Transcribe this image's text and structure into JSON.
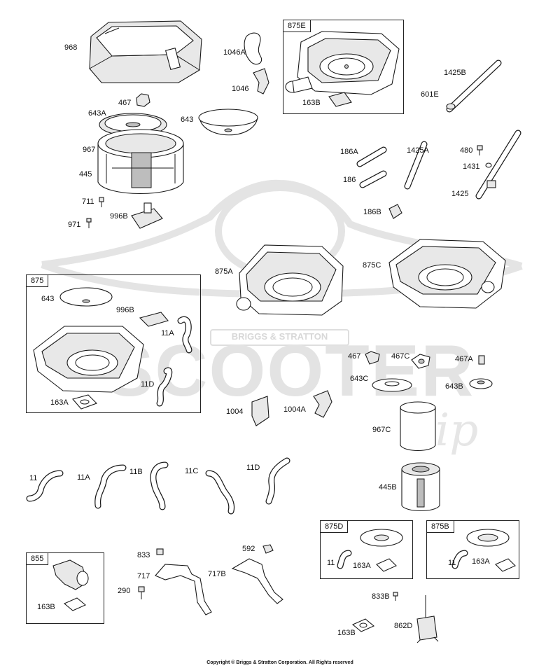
{
  "brand": {
    "watermark_brand": "BRIGGS & STRATTON",
    "watermark_big": "SCOOTER",
    "watermark_zip": "zip"
  },
  "footer": {
    "copyright": "Copyright © Briggs & Stratton Corporation. All Rights reserved"
  },
  "boxes": {
    "b875e": "875E",
    "b875": "875",
    "b875d": "875D",
    "b875b": "875B",
    "b855": "855"
  },
  "labels": {
    "l968": "968",
    "l1046a": "1046A",
    "l1046": "1046",
    "l467a": "467",
    "l643a": "643A",
    "l643a2": "643",
    "l967": "967",
    "l445": "445",
    "l711": "711",
    "l971": "971",
    "l996b": "996B",
    "l875e_163b": "163B",
    "l1425b": "1425B",
    "l601e": "601E",
    "l186a": "186A",
    "l186": "186",
    "l1425a": "1425A",
    "l480": "480",
    "l1431": "1431",
    "l1425": "1425",
    "l186b": "186B",
    "l875_643": "643",
    "l875_996b": "996B",
    "l875_11a": "11A",
    "l875_11d": "11D",
    "l875_163a": "163A",
    "l875a": "875A",
    "l875c": "875C",
    "l1004": "1004",
    "l1004a": "1004A",
    "l467b": "467",
    "l467c": "467C",
    "l467a2": "467A",
    "l643c": "643C",
    "l643b": "643B",
    "l967c": "967C",
    "l445b": "445B",
    "h11": "11",
    "h11a": "11A",
    "h11b": "11B",
    "h11c": "11C",
    "h11d": "11D",
    "l875d_11": "11",
    "l875d_163a": "163A",
    "l875b_11": "11",
    "l875b_163a": "163A",
    "l855_163b": "163B",
    "l833": "833",
    "l592": "592",
    "l717": "717",
    "l717b": "717B",
    "l290": "290",
    "l833b": "833B",
    "l862d": "862D",
    "l163b_bot": "163B"
  }
}
